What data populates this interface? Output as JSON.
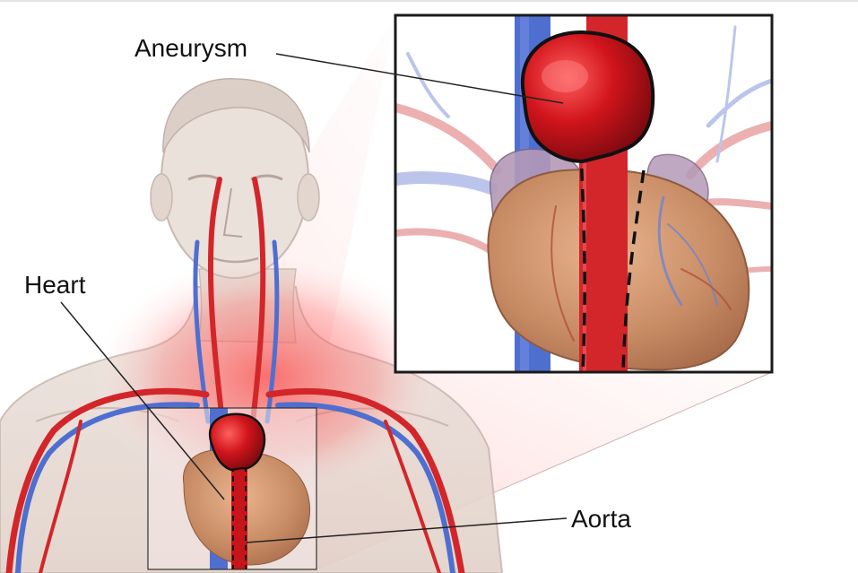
{
  "labels": {
    "aneurysm": "Aneurysm",
    "heart": "Heart",
    "aorta": "Aorta"
  },
  "colors": {
    "artery": "#d3262a",
    "vein": "#4f6fd0",
    "aneurysm": "#c8141b",
    "heart": "#c98d66",
    "skin": "#e9dcd4",
    "inset_border": "#1a1a1a",
    "glow": "#ff5a5a"
  },
  "icons": {
    "figure": "human-torso-illustration",
    "inset": "magnified-heart-aorta",
    "aneurysm": "aortic-aneurysm-bulge"
  }
}
